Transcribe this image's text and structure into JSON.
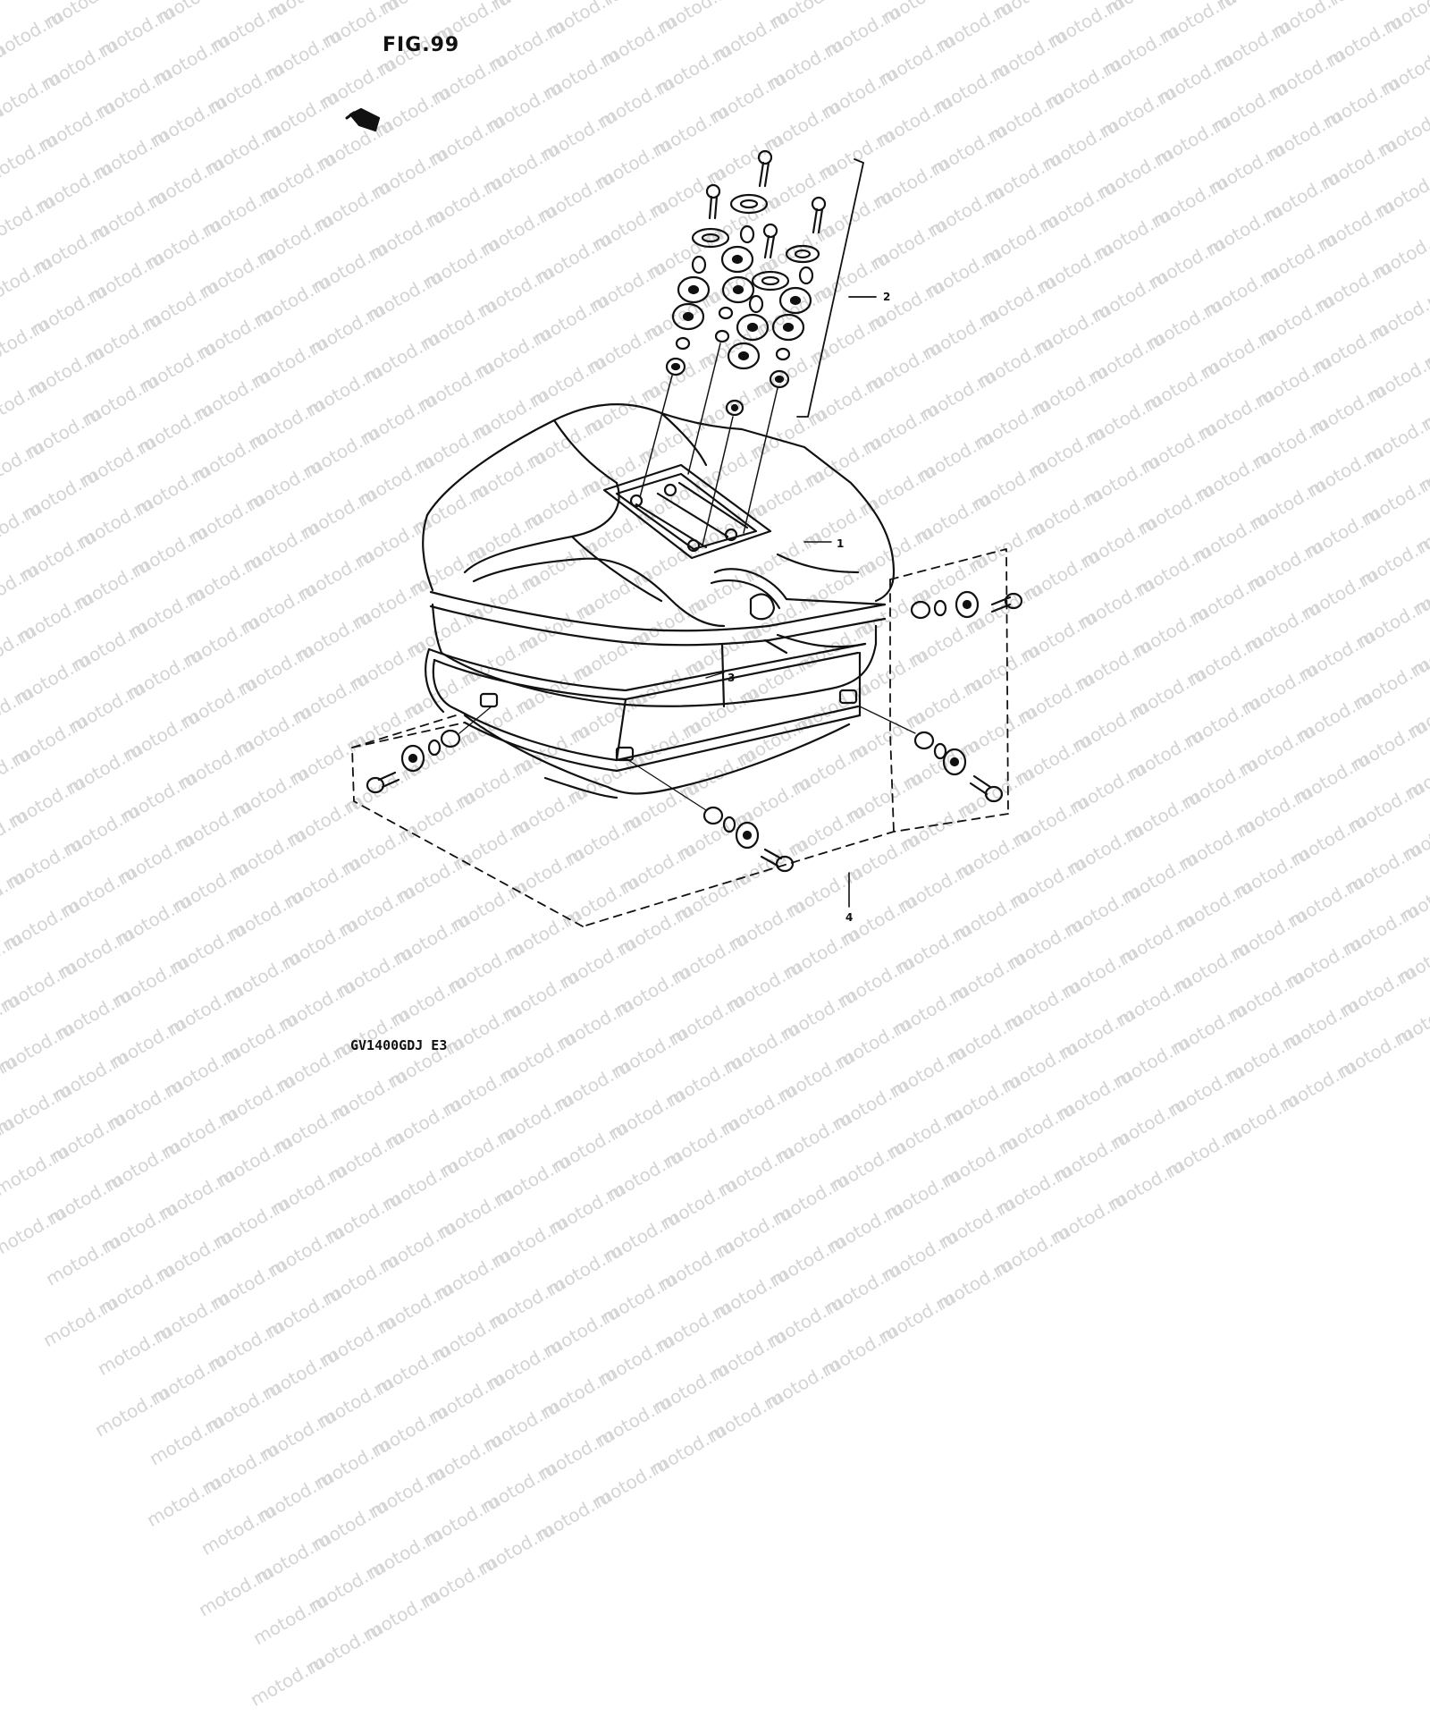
{
  "figure": {
    "title": "FIG.99",
    "model_code": "GV1400GDJ E3"
  },
  "watermark": {
    "text": "motod.ru"
  },
  "callouts": [
    {
      "id": "1",
      "label": "1"
    },
    {
      "id": "2",
      "label": "2"
    },
    {
      "id": "3",
      "label": "3"
    },
    {
      "id": "4",
      "label": "4"
    }
  ],
  "icons": {
    "front_indicator": "direction-arrow-icon"
  }
}
